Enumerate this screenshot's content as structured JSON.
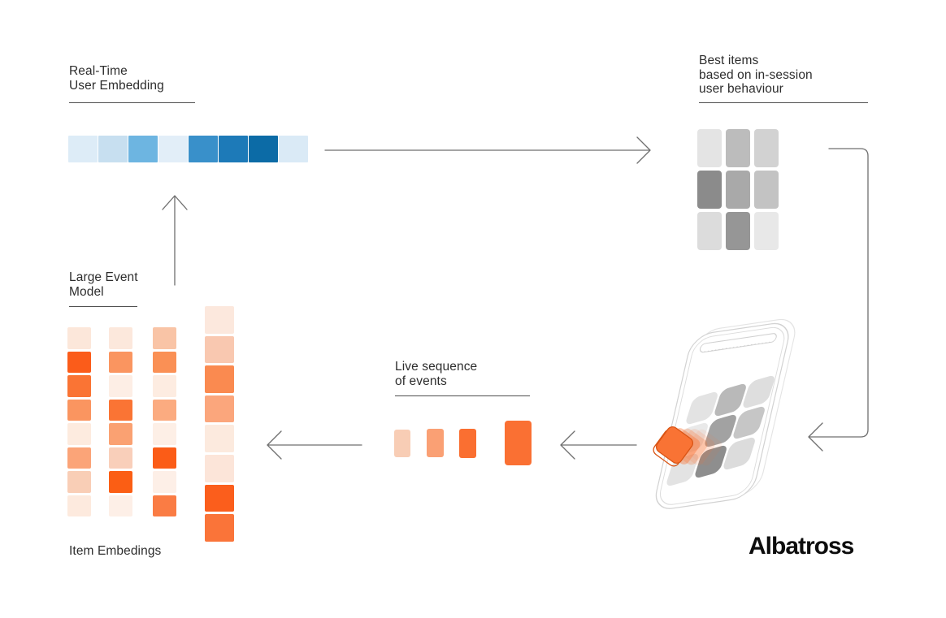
{
  "labels": {
    "user_embedding": "Real-Time\nUser Embedding",
    "best_items": "Best items\nbased on in-session\nuser behaviour",
    "event_model": "Large Event\nModel",
    "live_sequence": "Live sequence\nof events",
    "item_embeddings": "Item Embedings",
    "brand": "Albatross"
  },
  "user_embedding_strip": {
    "cells": [
      "#ddecf7",
      "#c7dff0",
      "#6db5e1",
      "#e2eef8",
      "#3990ca",
      "#1d7ab8",
      "#0c6ba6",
      "#daeaf6"
    ]
  },
  "best_items_grid": {
    "rows": [
      [
        "#e4e4e4",
        "#bcbcbc",
        "#d2d2d2"
      ],
      [
        "#8b8b8b",
        "#a9a9a9",
        "#c3c3c3"
      ],
      [
        "#dcdcdc",
        "#969696",
        "#e8e8e8"
      ]
    ]
  },
  "item_embedding_columns": {
    "columns": [
      [
        "#fce7da",
        "#fb5c1a",
        "#fa7434",
        "#fa9560",
        "#fdebdf",
        "#fba478",
        "#f9ceb6",
        "#fdeade"
      ],
      [
        "#fce8dc",
        "#fa9560",
        "#fdeee5",
        "#fa7434",
        "#faa172",
        "#f9cfba",
        "#fb5e14",
        "#fdefe7"
      ],
      [
        "#f9c4a6",
        "#fa9055",
        "#fdece1",
        "#fbab80",
        "#fdefe6",
        "#fb5c17",
        "#fdefe7",
        "#fa7c44"
      ],
      [
        "#fce8dd",
        "#f9c8b0",
        "#fa8a50",
        "#fba67c",
        "#fceade",
        "#fce5d9",
        "#fb5e1c",
        "#fa7439"
      ]
    ]
  },
  "event_bars": [
    {
      "color": "#f8cdb5",
      "width": 20,
      "height": 34,
      "margin_left": 0
    },
    {
      "color": "#faa074",
      "width": 21,
      "height": 35,
      "margin_left": 20
    },
    {
      "color": "#fa6f31",
      "width": 21,
      "height": 36,
      "margin_left": 19
    },
    {
      "color": "#fa7033",
      "width": 33,
      "height": 55,
      "margin_left": 35
    }
  ],
  "phone": {
    "grid_rows": [
      [
        "#e3e3e3",
        "#b9b9b9",
        "#dedede"
      ],
      [
        "#e9e9e9",
        "#a2a2a2",
        "#c6c6c6"
      ],
      [
        "#e3e3e3",
        "#8e8e8e",
        "#dcdcdc"
      ]
    ],
    "tile_color": "#f97334",
    "tile_border": "#d95414"
  },
  "colors": {
    "arrow": "#6f6f6f",
    "underline": "#4f4f4f",
    "text": "#2d2d2d"
  }
}
